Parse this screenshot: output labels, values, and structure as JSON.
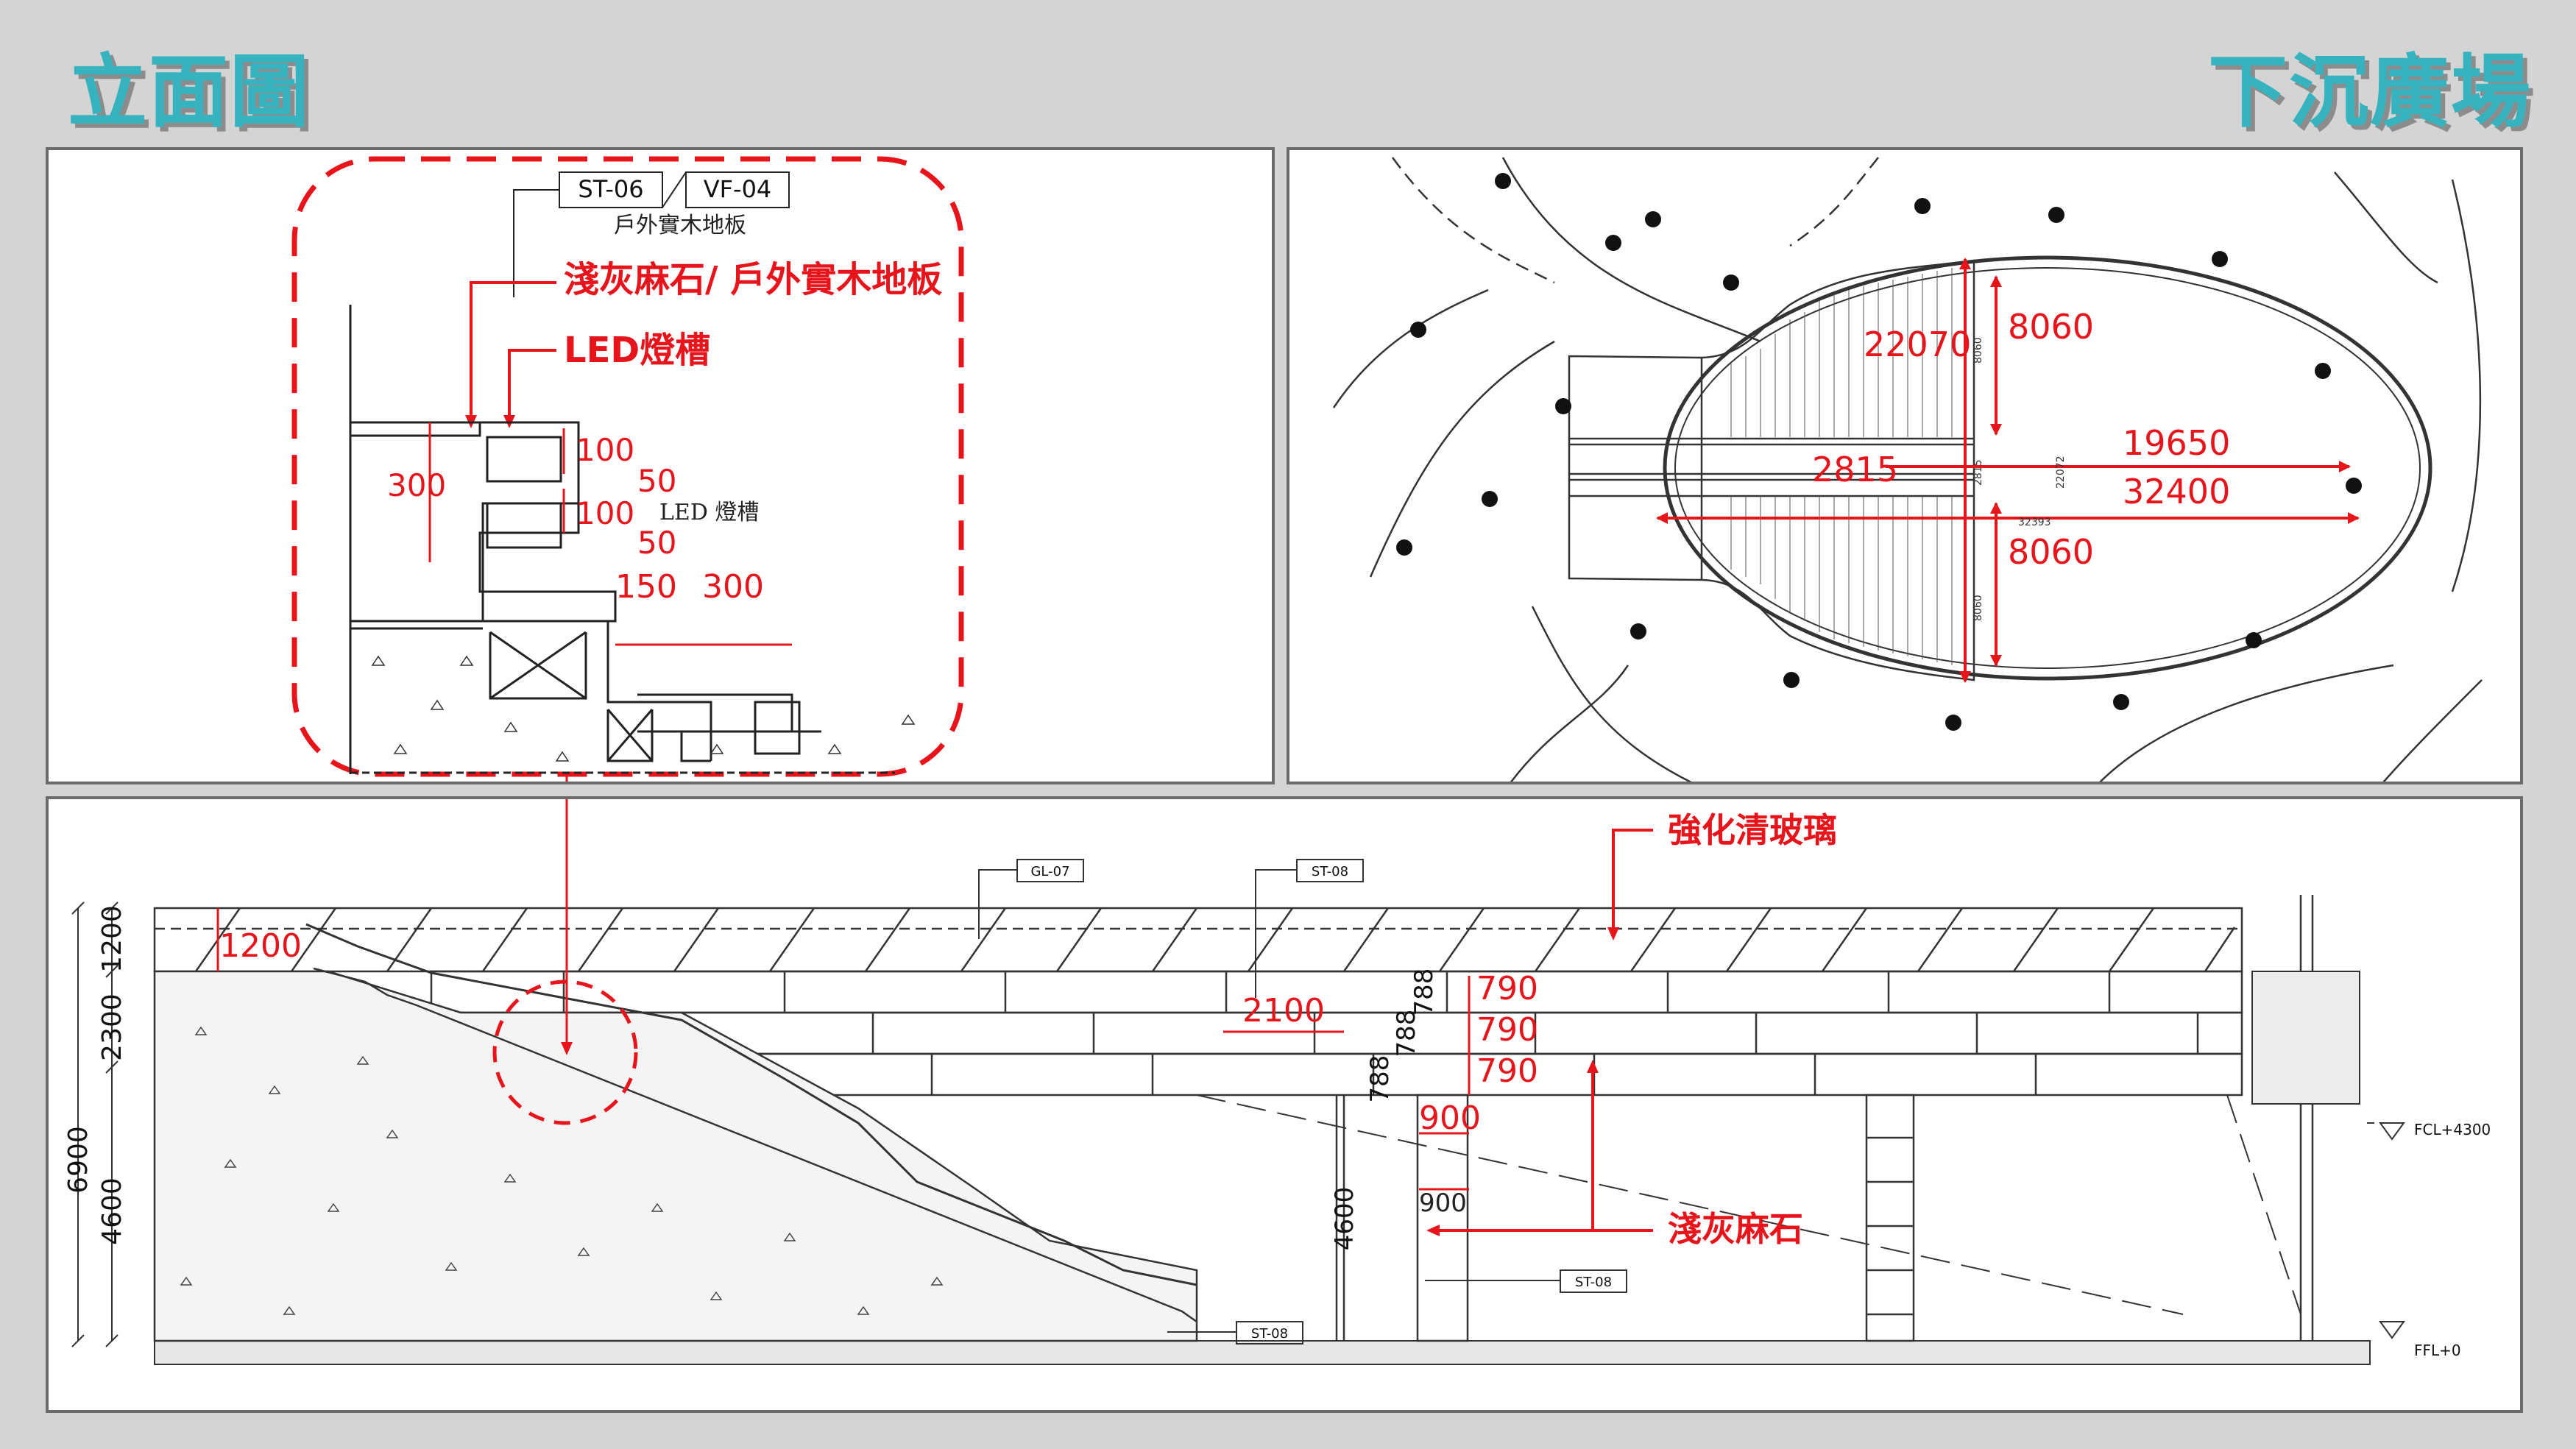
{
  "header": {
    "left_title": "立面圖",
    "right_title": "下沉廣場"
  },
  "detail": {
    "tag_stone": "ST-06",
    "tag_wood": "VF-04",
    "tag_caption": "戶外實木地板",
    "callout_floor": "淺灰麻石/ 戶外實木地板",
    "callout_led": "LED燈槽",
    "led_small_label": "LED 燈槽",
    "dims": [
      "100",
      "50",
      "100",
      "50",
      "300",
      "150",
      "300"
    ]
  },
  "plan": {
    "dims": [
      "8060",
      "22070",
      "19650",
      "2815",
      "32400",
      "8060"
    ],
    "small_dims": [
      "8060",
      "2815",
      "22072",
      "32393",
      "8060"
    ]
  },
  "elevation": {
    "tag_glass_ref": "GL-07",
    "tag_stone_ref1": "ST-08",
    "tag_stone_ref2": "ST-08",
    "tag_stone_ref3": "ST-08",
    "callout_glass": "強化清玻璃",
    "callout_stone": "淺灰麻石",
    "dims_red": [
      "1200",
      "2100",
      "790",
      "790",
      "790",
      "900",
      "900"
    ],
    "dims_black_left": [
      "1200",
      "2300",
      "4600",
      "6900"
    ],
    "dims_black_mid": [
      "788",
      "788",
      "788",
      "4600"
    ],
    "level_top": "FCL+4300",
    "level_floor": "FFL+0"
  },
  "colors": {
    "accent_title": "#37b3bf",
    "annotation_red": "#e8141b",
    "frame": "#6b6b6b"
  }
}
